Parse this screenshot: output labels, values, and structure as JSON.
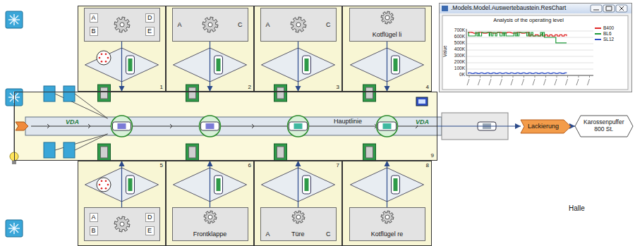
{
  "diagram": {
    "nodes": [
      {
        "text": [
          "1"
        ]
      },
      {
        "text": [
          "A",
          "B",
          "D",
          "E"
        ],
        "in": 0
      },
      {
        "text": [
          "2"
        ]
      },
      {
        "text": [
          "A",
          "C"
        ],
        "in": 2
      },
      {
        "text": [
          "3"
        ]
      },
      {
        "text": [
          "A",
          "C"
        ],
        "in": 4
      },
      {
        "text": [
          "4"
        ]
      },
      {
        "text": [
          "Kotflügel li"
        ],
        "in": 6
      },
      {
        "text": [
          ".Models.Model.Auswertebaustein.ResChart",
          "Analysis of the operating level"
        ]
      },
      {
        "text": [
          "Hauptlinie",
          "9"
        ]
      },
      {
        "text": [
          "Lackierung"
        ]
      },
      {
        "text": [
          "Karossenpuffer 800 St."
        ]
      },
      {
        "text": [
          "5"
        ]
      },
      {
        "text": [
          "A",
          "B",
          "D",
          "E"
        ],
        "in": 12
      },
      {
        "text": [
          "6"
        ]
      },
      {
        "text": [
          "Frontklappe"
        ],
        "in": 14
      },
      {
        "text": [
          "7"
        ]
      },
      {
        "text": [
          "A",
          "Türe",
          "C"
        ],
        "in": 16
      },
      {
        "text": [
          "8"
        ]
      },
      {
        "text": [
          "Kotflügel re"
        ],
        "in": 18
      }
    ],
    "edges": [
      {
        "from": 1,
        "to": 9,
        "arrow": "to"
      },
      {
        "from": 3,
        "to": 9,
        "arrow": "to"
      },
      {
        "from": 5,
        "to": 9,
        "arrow": "to"
      },
      {
        "from": 7,
        "to": 9,
        "arrow": "to"
      },
      {
        "from": 13,
        "to": 9,
        "arrow": "to"
      },
      {
        "from": 15,
        "to": 9,
        "arrow": "to"
      },
      {
        "from": 17,
        "to": 9,
        "arrow": "to"
      },
      {
        "from": 19,
        "to": 9,
        "arrow": "to"
      },
      {
        "from": 9,
        "to": 10,
        "arrow": "to"
      },
      {
        "from": 10,
        "to": 11,
        "arrow": "to"
      }
    ],
    "labels": [
      "VDA",
      "VDA",
      "Value",
      "700K",
      "600K",
      "500K",
      "400K",
      "300K",
      "200K",
      "100K",
      "0K",
      "Halle"
    ],
    "legend": [
      {
        "text": "B400",
        "color": "#e02828"
      },
      {
        "text": "BL6",
        "color": "#1e9a3a"
      },
      {
        "text": "SL12",
        "color": "#2f4fc4"
      }
    ]
  }
}
